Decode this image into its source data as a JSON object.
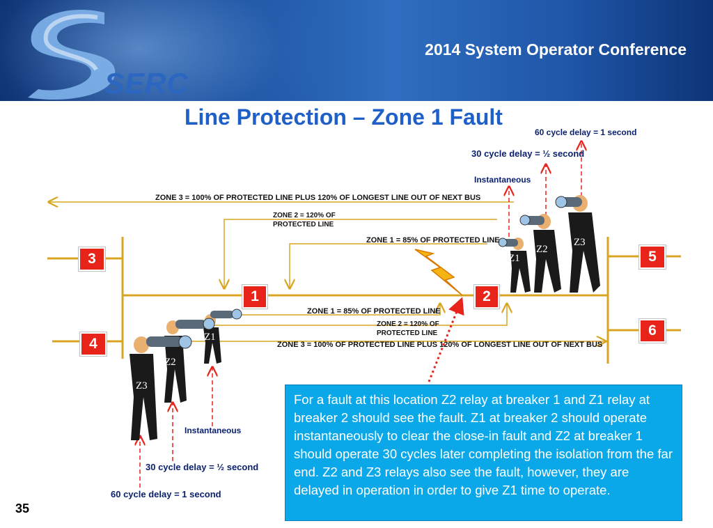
{
  "header": {
    "conference": "2014 System Operator Conference",
    "logo_text": "SERC"
  },
  "title": "Line Protection – Zone 1 Fault",
  "buses": {
    "b1": "1",
    "b2": "2",
    "b3": "3",
    "b4": "4",
    "b5": "5",
    "b6": "6"
  },
  "right_relays": {
    "delay_60": "60 cycle delay = 1 second",
    "delay_30": "30 cycle delay = ½ second",
    "instant": "Instantaneous",
    "zone3": "ZONE 3 = 100% OF PROTECTED LINE PLUS 120% OF LONGEST LINE OUT OF NEXT BUS",
    "zone2": "ZONE 2 = 120% OF PROTECTED LINE",
    "zone1": "ZONE 1 = 85% OF PROTECTED LINE",
    "z1": "Z1",
    "z2": "Z2",
    "z3": "Z3"
  },
  "left_relays": {
    "zone1": "ZONE 1 = 85% OF PROTECTED LINE",
    "zone2": "ZONE 2 = 120% OF PROTECTED LINE",
    "zone3": "ZONE 3 = 100% OF PROTECTED LINE PLUS 120% OF LONGEST LINE OUT OF NEXT BUS",
    "instant": "Instantaneous",
    "delay_30": "30 cycle delay = ½ second",
    "delay_60": "60 cycle delay = 1 second",
    "z1": "Z1",
    "z2": "Z2",
    "z3": "Z3"
  },
  "info_text": "For a fault at this location Z2 relay at breaker 1 and Z1 relay at breaker 2 should see the fault. Z1 at breaker 2 should operate instantaneously to clear the close-in fault and Z2 at breaker 1 should operate 30 cycles later completing the isolation from the far end. Z2 and Z3 relays also see the fault, however, they are delayed in operation in order to give Z1 time to operate.",
  "page_number": "35",
  "colors": {
    "line": "#d9a520",
    "arrow_red": "#e8231a",
    "title_blue": "#1f5fc8",
    "info_bg": "#0aa8e8"
  }
}
